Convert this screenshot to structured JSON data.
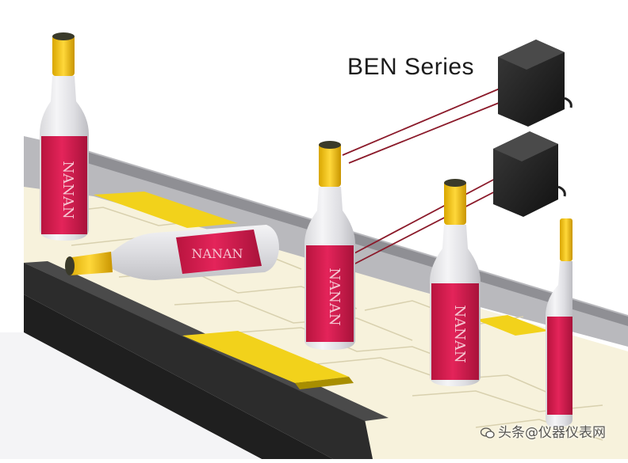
{
  "caption": "BEN Series",
  "watermark": "头条@仪器仪表网",
  "bottle_label_text": "NANAN",
  "colors": {
    "label": "#d81b4c",
    "cap": "#f0c419",
    "conveyor_stripe": "#f2d21b",
    "conveyor_dark": "#2a2a2a",
    "sensor_body": "#1a1a1a",
    "laser": "#8b1a2a"
  },
  "icons": [
    "sensor-icon",
    "wechat-icon"
  ]
}
